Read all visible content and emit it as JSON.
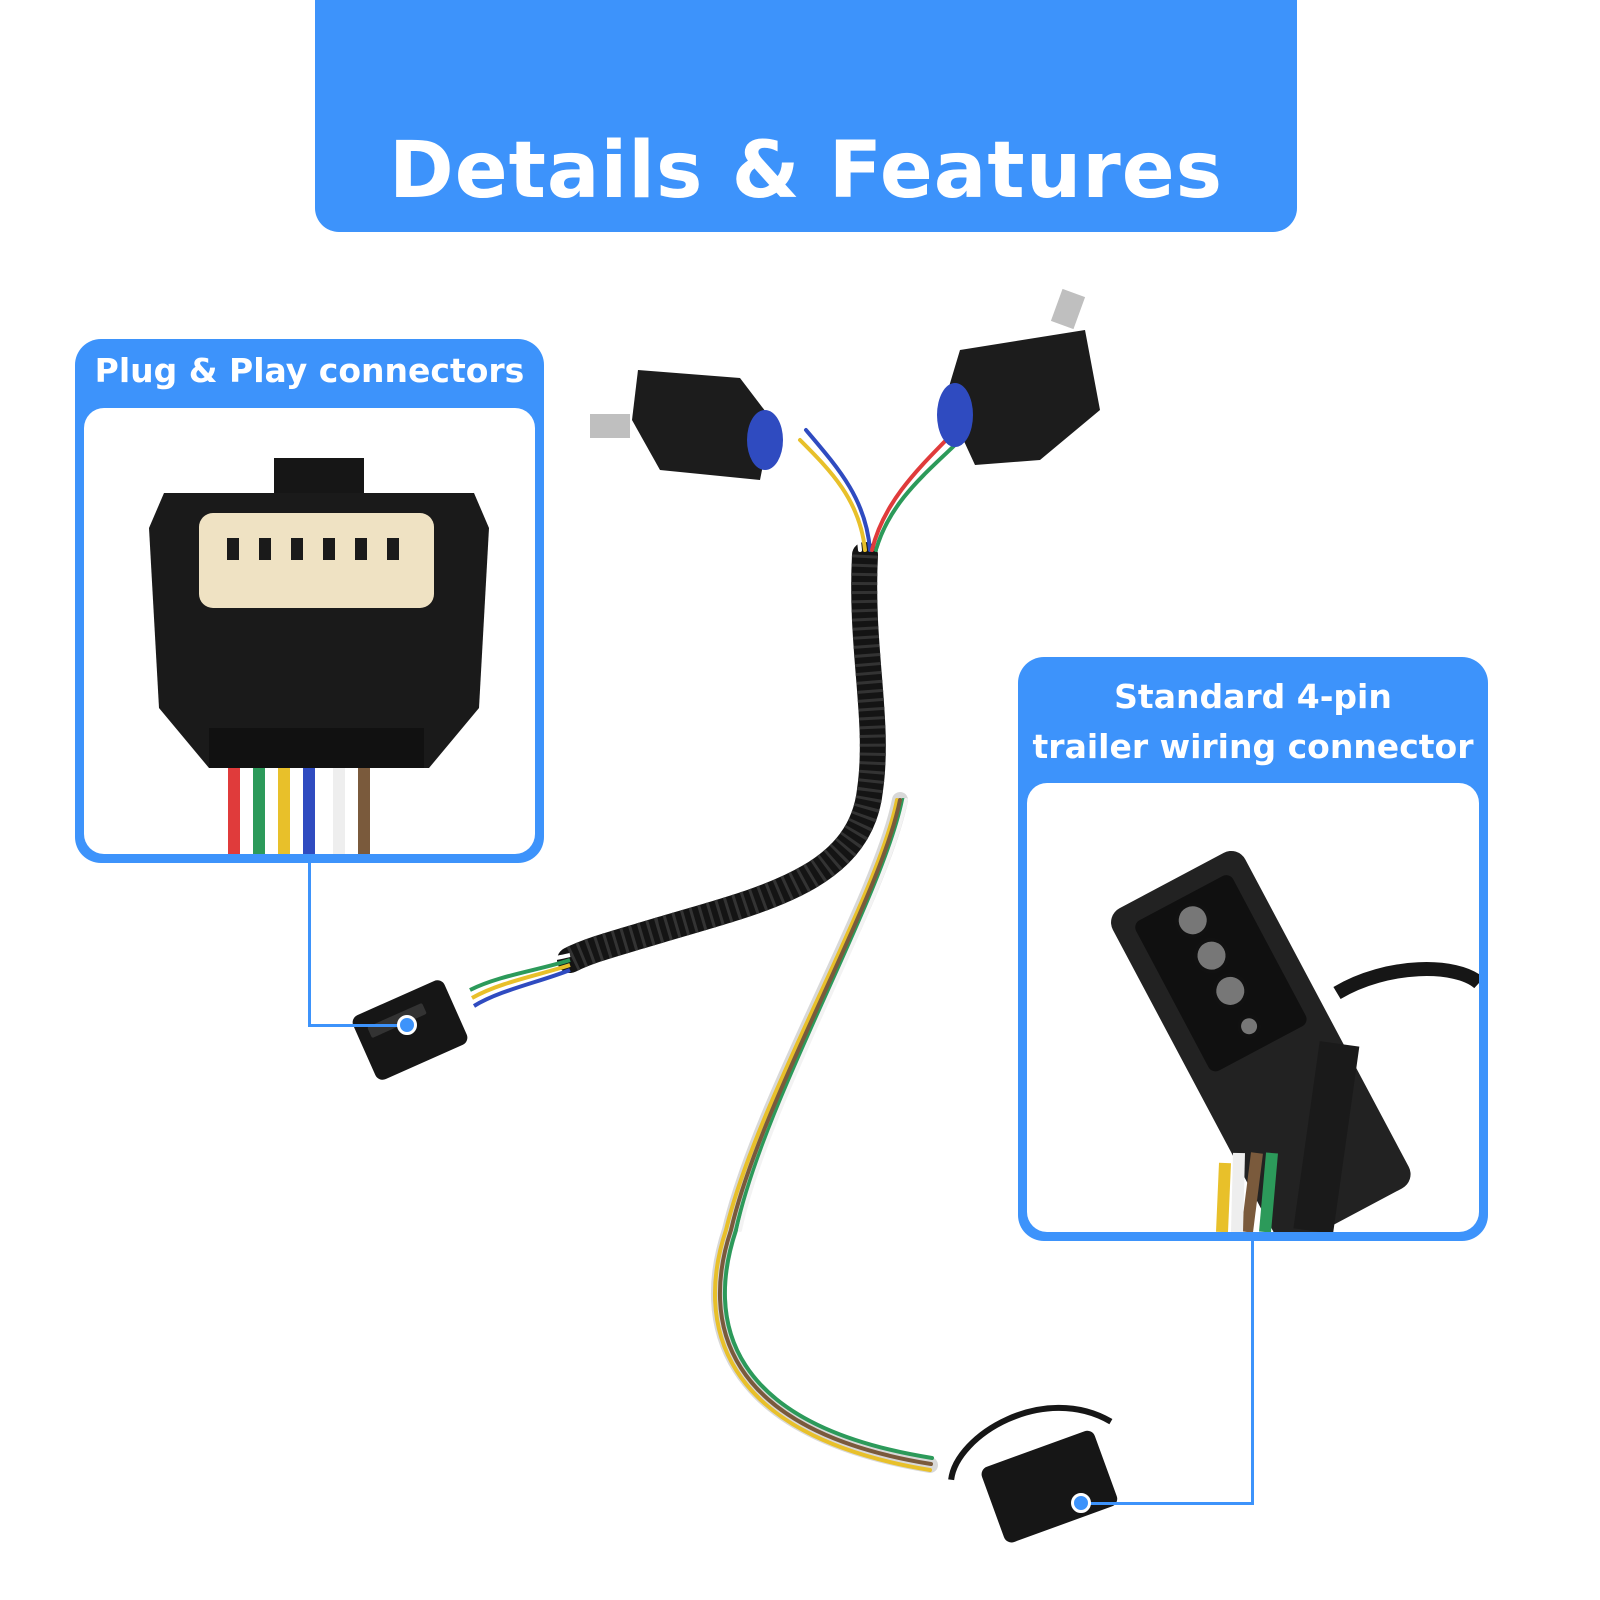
{
  "banner": {
    "title": "Details & Features"
  },
  "callouts": {
    "plug": {
      "title": "Plug & Play connectors"
    },
    "trailer": {
      "title_line1": "Standard 4-pin",
      "title_line2": "trailer wiring connector"
    }
  },
  "colors": {
    "accent": "#3d93fb",
    "wire_colors": [
      "#e03b3b",
      "#2c9a5a",
      "#e8c02a",
      "#2f4bc0",
      "#ffffff",
      "#7a5a3c"
    ]
  },
  "icons": [
    "six-pin-connector",
    "relay",
    "four-pin-flat-connector",
    "callout-pointer-dot"
  ]
}
